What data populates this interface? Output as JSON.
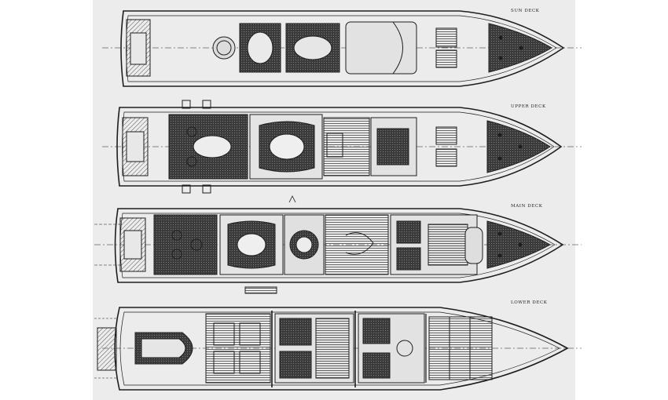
{
  "drawing": {
    "colors": {
      "paper": "#ececec",
      "ink": "#1e1e1e",
      "shade": "#3a3a3a",
      "hatch": "#6a6a6a",
      "background": "#ffffff"
    },
    "decks": [
      {
        "id": "sun",
        "label": "SUN DECK"
      },
      {
        "id": "upper",
        "label": "UPPER DECK"
      },
      {
        "id": "main",
        "label": "MAIN DECK"
      },
      {
        "id": "lower",
        "label": "LOWER DECK"
      }
    ]
  }
}
